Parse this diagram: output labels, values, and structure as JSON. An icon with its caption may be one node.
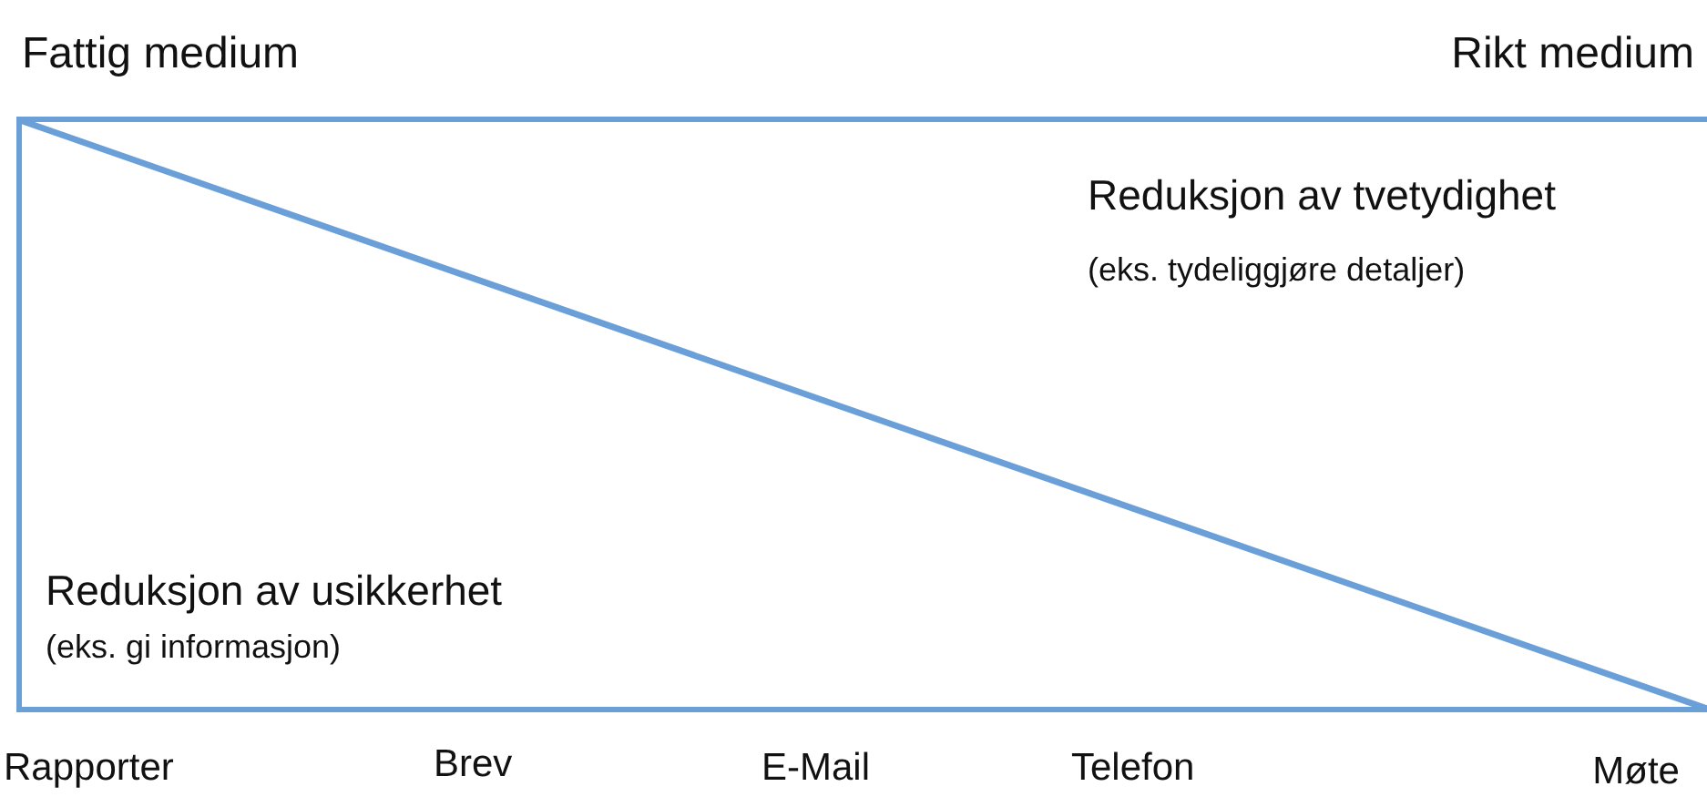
{
  "diagram": {
    "labels": [
      "Fattig medium",
      "Rikt medium",
      "Reduksjon av tvetydighet",
      "(eks. tydeliggjøre detaljer)",
      "Reduksjon av usikkerhet",
      "(eks. gi informasjon)",
      "Rapporter",
      "Brev",
      "E-Mail",
      "Telefon",
      "Møte"
    ]
  }
}
